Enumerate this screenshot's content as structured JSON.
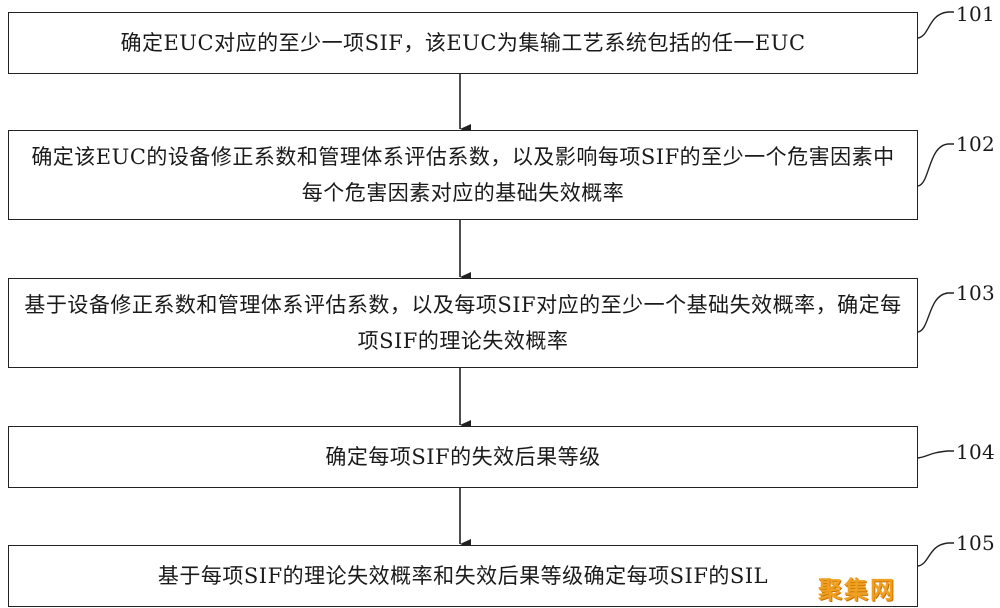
{
  "steps": [
    {
      "ref": "101",
      "text": "确定EUC对应的至少一项SIF，该EUC为集输工艺系统包括的任一EUC"
    },
    {
      "ref": "102",
      "text": "确定该EUC的设备修正系数和管理体系评估系数，以及影响每项SIF的至少一个危害因素中每个危害因素对应的基础失效概率"
    },
    {
      "ref": "103",
      "text": "基于设备修正系数和管理体系评估系数，以及每项SIF对应的至少一个基础失效概率，确定每项SIF的理论失效概率"
    },
    {
      "ref": "104",
      "text": "确定每项SIF的失效后果等级"
    },
    {
      "ref": "105",
      "text": "基于每项SIF的理论失效概率和失效后果等级确定每项SIF的SIL"
    }
  ],
  "watermark": "聚集网",
  "colors": {
    "line": "#222222",
    "watermark": "#f0a020"
  }
}
